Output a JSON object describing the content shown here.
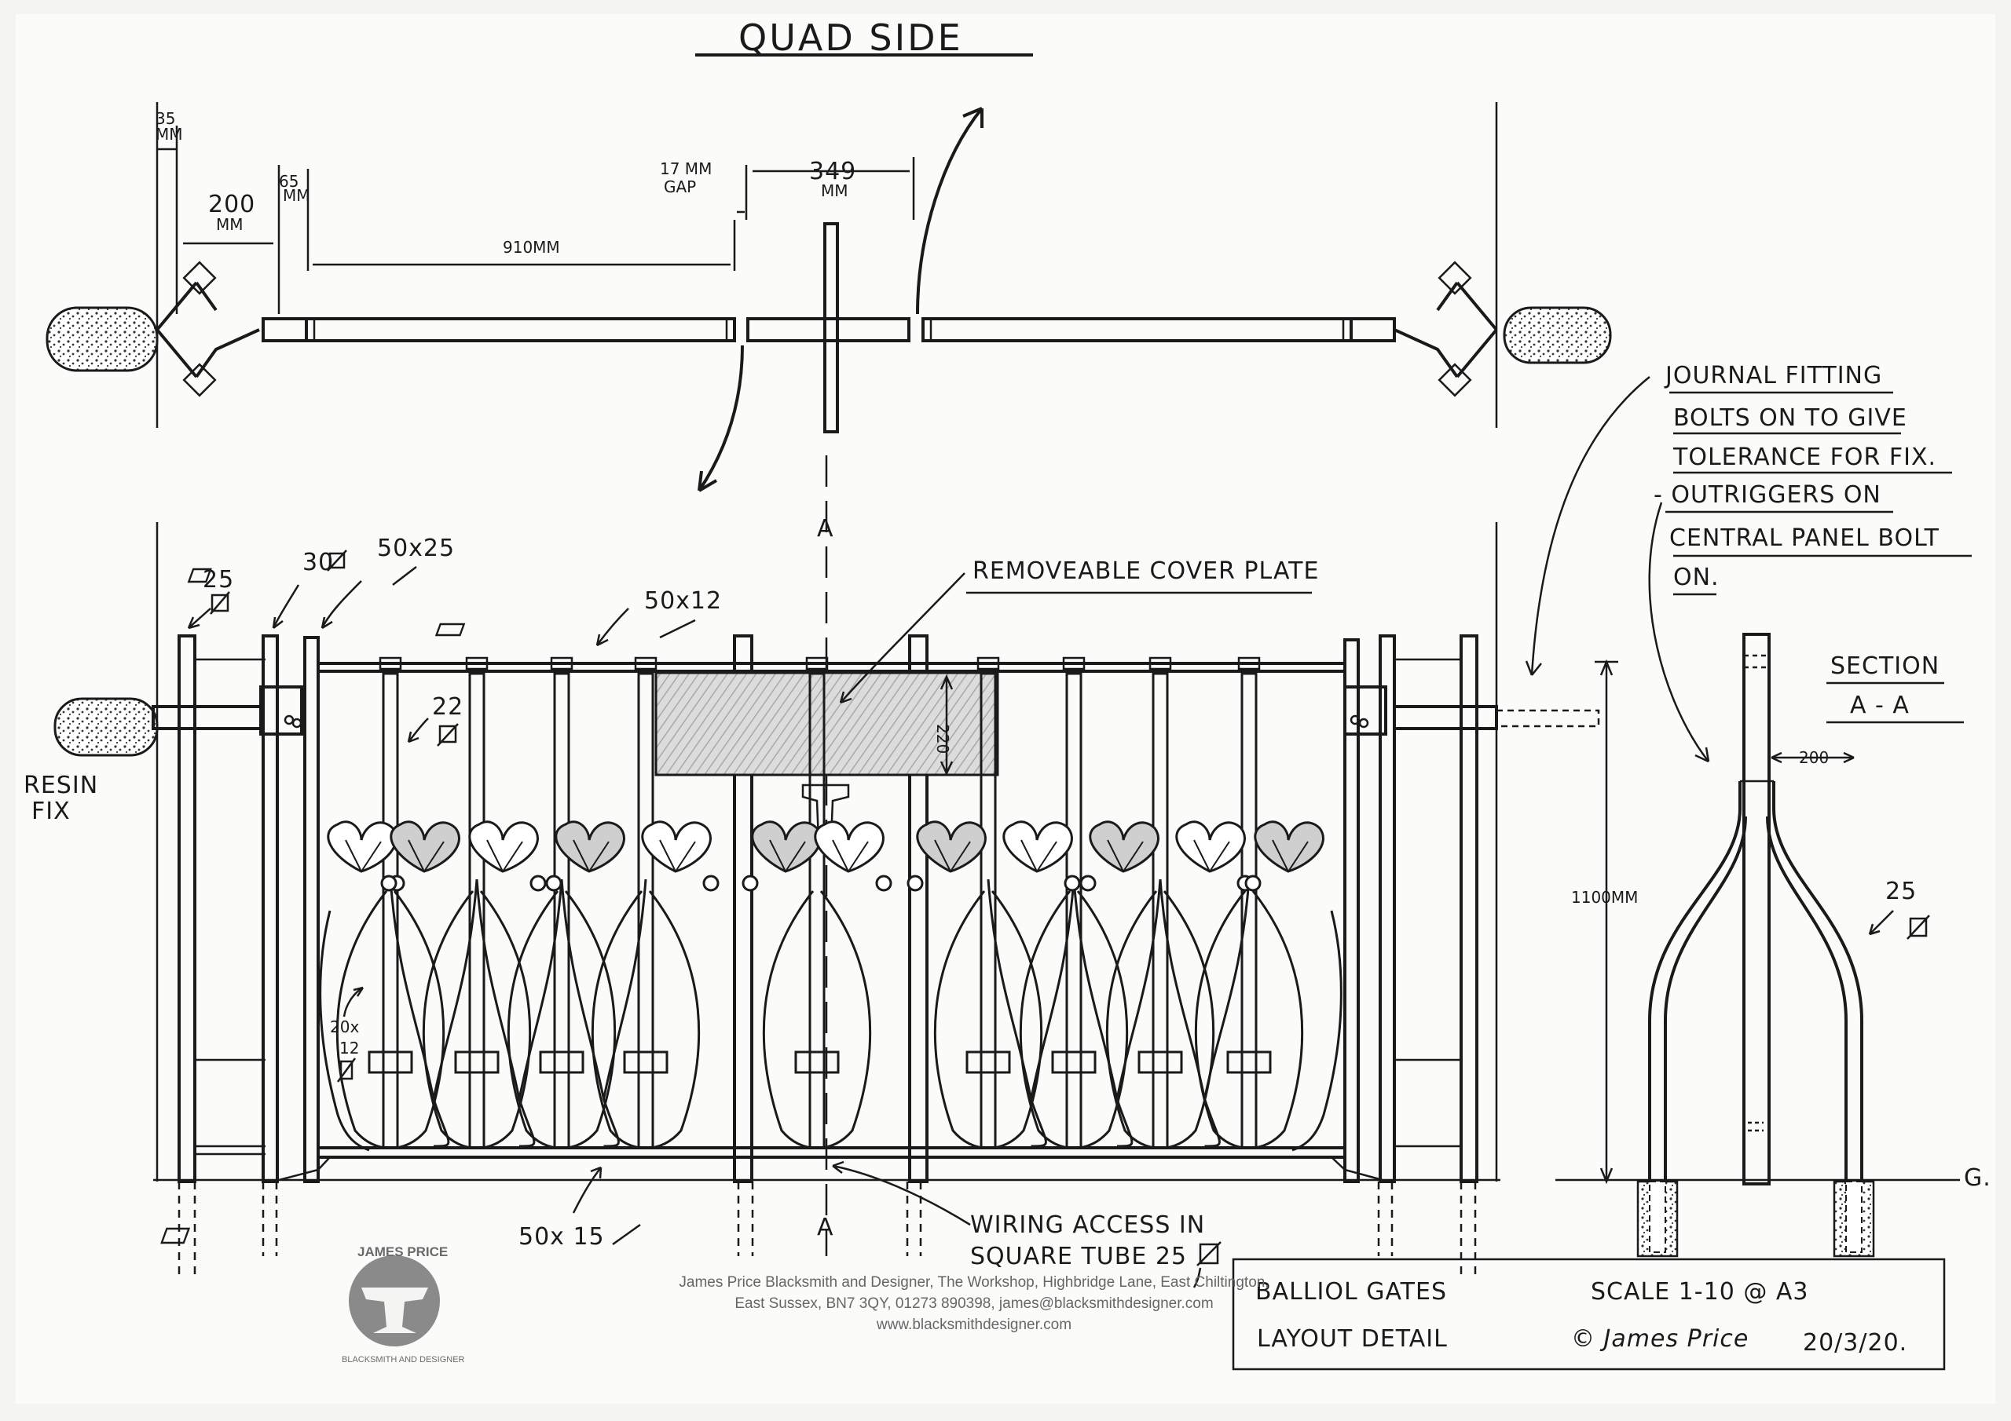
{
  "heading": "QUAD SIDE",
  "plan_dims": {
    "d35": "35",
    "d35_unit": "MM",
    "d200": "200",
    "d200_unit": "MM",
    "d65": "65",
    "d65_unit": "MM",
    "d910": "910MM",
    "gap_a": "17 MM",
    "gap_b": "GAP",
    "d349": "349",
    "d349_unit": "MM"
  },
  "elevation_labels": {
    "s25": "25",
    "s30": "30",
    "s50x25": "50x25",
    "s50x12": "50x12",
    "s22": "22",
    "d220": "220",
    "s20x12_a": "20x",
    "s20x12_b": "12",
    "section_a_top": "A",
    "section_a_bottom": "A",
    "resin_a": "RESIN",
    "resin_b": "FIX",
    "cover_plate": "REMOVEABLE COVER PLATE",
    "s50x15": "50x 15",
    "wiring_a": "WIRING ACCESS IN",
    "wiring_b": "SQUARE TUBE 25",
    "d1100": "1100MM",
    "ground": "G."
  },
  "notes": [
    "JOURNAL FITTING",
    "BOLTS ON TO GIVE",
    "TOLERANCE FOR FIX.",
    "- OUTRIGGERS ON",
    "CENTRAL PANEL BOLT",
    "ON."
  ],
  "section": {
    "title_a": "SECTION",
    "title_b": "A - A",
    "d200": "200",
    "s25": "25"
  },
  "title_block": {
    "line1_a": "BALLIOL GATES",
    "line1_b": "SCALE 1-10 @ A3",
    "line2_a": "LAYOUT DETAIL",
    "line2_b": "© James Price",
    "line2_c": "20/3/20."
  },
  "logo": {
    "top": "JAMES PRICE",
    "bottom": "BLACKSMITH AND DESIGNER"
  },
  "footer": {
    "line1": "James Price Blacksmith and Designer, The Workshop, Highbridge Lane, East Chiltington,",
    "line2": "East Sussex, BN7 3QY, 01273 890398,  james@blacksmithdesigner.com",
    "line3": "www.blacksmithdesigner.com"
  }
}
